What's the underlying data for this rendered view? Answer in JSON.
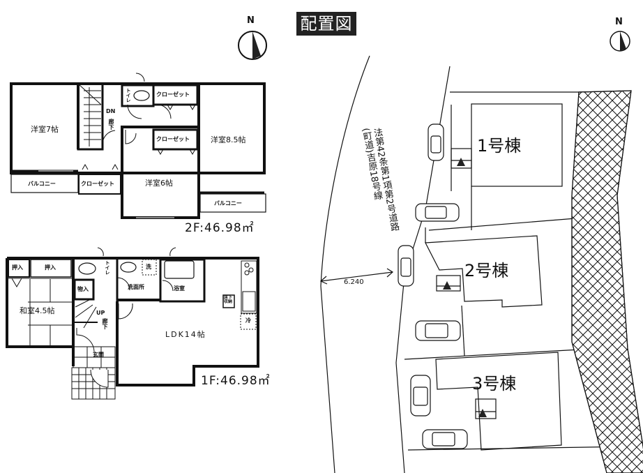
{
  "header": {
    "title": "配置図"
  },
  "compass": {
    "left_label": "N",
    "right_label": "N"
  },
  "floor2": {
    "area_label": "2F:46.98㎡",
    "rooms": {
      "western7": "洋室7帖",
      "western85": "洋室8.5帖",
      "western6": "洋室6帖",
      "toilet": "トイレ",
      "closet_top": "クローゼット",
      "closet_mid": "クローゼット",
      "closet_bottom": "クローゼット",
      "balcony_left": "バルコニー",
      "balcony_right": "バルコニー",
      "stairs_dn": "DN",
      "hallway": "廊下"
    }
  },
  "floor1": {
    "area_label": "1F:46.98㎡",
    "rooms": {
      "oshiire_small": "押入",
      "oshiire_large": "押入",
      "japanese": "和室4.5帖",
      "toilet": "トイレ",
      "storage": "物入",
      "washroom": "洗面所",
      "washer": "洗",
      "bathroom": "浴室",
      "stairs_up": "UP",
      "hallway": "廊下",
      "ldk": "LDK14帖",
      "underfloor_storage": "床下収納",
      "fridge": "冷",
      "entrance": "玄関"
    }
  },
  "site_plan": {
    "road_label_main": "法第42条第1項第2号道路",
    "road_label_sub": "(町道)吉原18号線",
    "road_width": "6.240",
    "buildings": [
      {
        "label": "1号棟"
      },
      {
        "label": "2号棟"
      },
      {
        "label": "3号棟"
      }
    ]
  }
}
